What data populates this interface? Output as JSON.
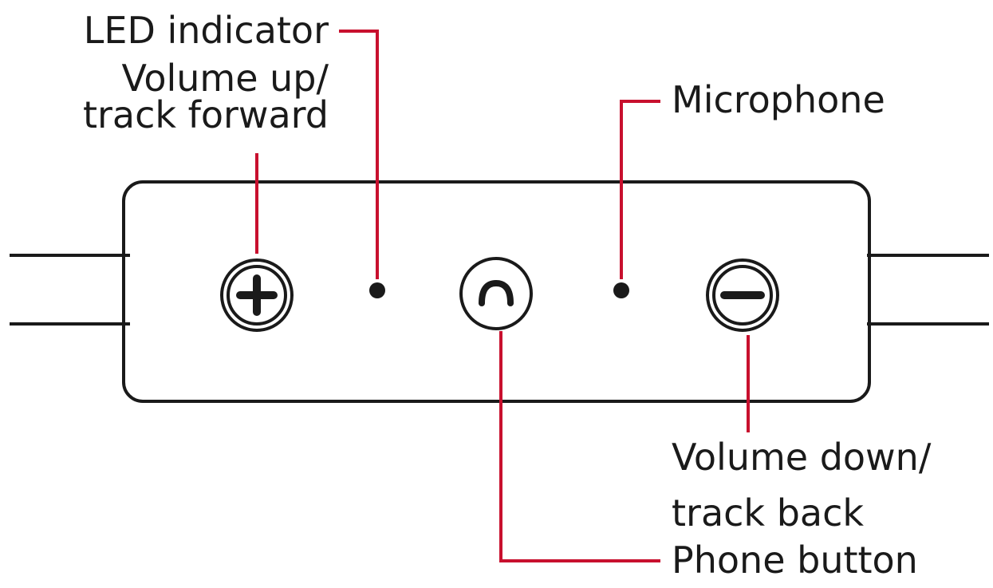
{
  "colors": {
    "leader": "#c8102e",
    "outline": "#1a1a1a",
    "background": "#ffffff"
  },
  "controls": [
    {
      "id": "volume-up",
      "icon": "plus-circle-icon"
    },
    {
      "id": "led",
      "icon": "led-dot-icon"
    },
    {
      "id": "phone",
      "icon": "phone-handset-icon"
    },
    {
      "id": "microphone",
      "icon": "microphone-hole-icon"
    },
    {
      "id": "volume-down",
      "icon": "minus-circle-icon"
    }
  ],
  "labels": {
    "led_indicator": "LED indicator",
    "volume_up_line1": "Volume up/",
    "volume_up_line2": "track forward",
    "microphone": "Microphone",
    "volume_down_line1": "Volume down/",
    "volume_down_line2": "track back",
    "phone_button": "Phone button"
  }
}
